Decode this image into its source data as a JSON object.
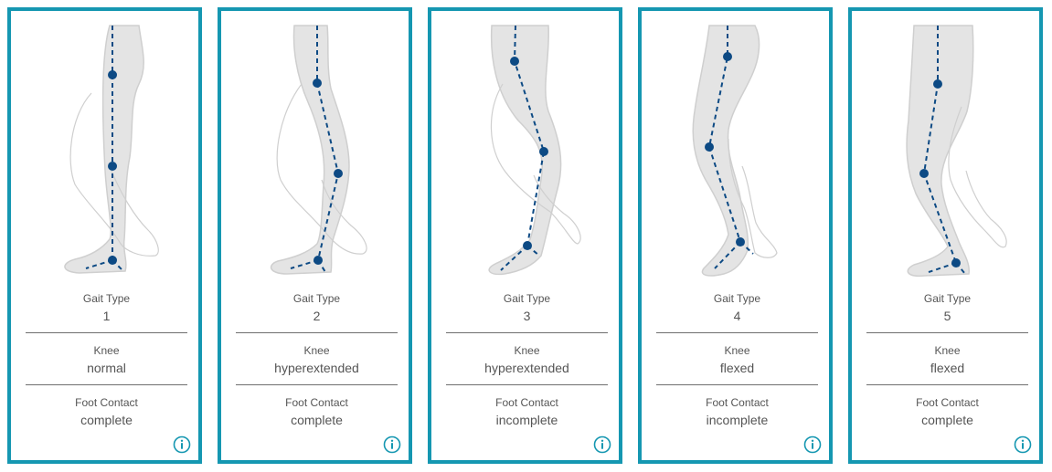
{
  "accent_color": "#1597b1",
  "marker_color": "#0d4a84",
  "cards": [
    {
      "gait_type_label": "Gait Type",
      "gait_type": "1",
      "knee_label": "Knee",
      "knee": "normal",
      "foot_contact_label": "Foot Contact",
      "foot_contact": "complete",
      "info_icon": "info-icon"
    },
    {
      "gait_type_label": "Gait Type",
      "gait_type": "2",
      "knee_label": "Knee",
      "knee": "hyperextended",
      "foot_contact_label": "Foot Contact",
      "foot_contact": "complete",
      "info_icon": "info-icon"
    },
    {
      "gait_type_label": "Gait Type",
      "gait_type": "3",
      "knee_label": "Knee",
      "knee": "hyperextended",
      "foot_contact_label": "Foot Contact",
      "foot_contact": "incomplete",
      "info_icon": "info-icon"
    },
    {
      "gait_type_label": "Gait Type",
      "gait_type": "4",
      "knee_label": "Knee",
      "knee": "flexed",
      "foot_contact_label": "Foot Contact",
      "foot_contact": "incomplete",
      "info_icon": "info-icon"
    },
    {
      "gait_type_label": "Gait Type",
      "gait_type": "5",
      "knee_label": "Knee",
      "knee": "flexed",
      "foot_contact_label": "Foot Contact",
      "foot_contact": "complete",
      "info_icon": "info-icon"
    }
  ]
}
